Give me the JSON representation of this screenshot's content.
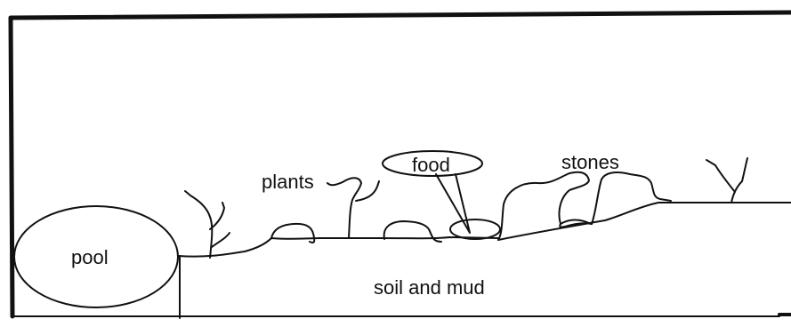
{
  "labels": {
    "pool": "pool",
    "plants": "plants",
    "food": "food",
    "stones": "stones",
    "soil": "soil and mud"
  },
  "colors": {
    "ink": "#111111",
    "background": "#ffffff"
  }
}
